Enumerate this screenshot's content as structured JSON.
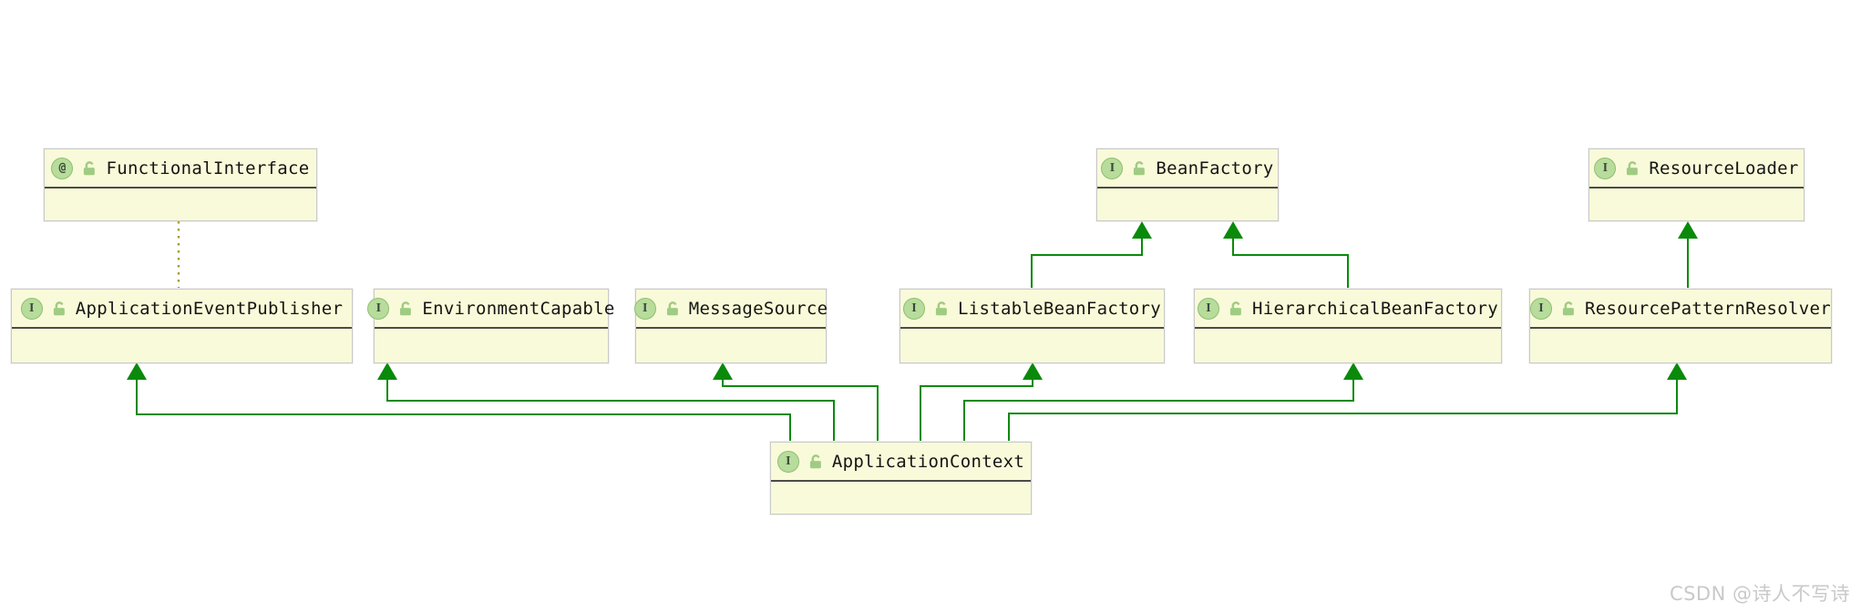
{
  "diagram": {
    "tool": "uml-class-diagram",
    "nodes": [
      {
        "id": "FunctionalInterface",
        "label": "FunctionalInterface",
        "kind": "annotation",
        "icon_glyph": "@",
        "visibility": "public-unlocked"
      },
      {
        "id": "BeanFactory",
        "label": "BeanFactory",
        "kind": "interface",
        "icon_glyph": "I",
        "visibility": "public-unlocked"
      },
      {
        "id": "ResourceLoader",
        "label": "ResourceLoader",
        "kind": "interface",
        "icon_glyph": "I",
        "visibility": "public-unlocked"
      },
      {
        "id": "ApplicationEventPublisher",
        "label": "ApplicationEventPublisher",
        "kind": "interface",
        "icon_glyph": "I",
        "visibility": "public-unlocked"
      },
      {
        "id": "EnvironmentCapable",
        "label": "EnvironmentCapable",
        "kind": "interface",
        "icon_glyph": "I",
        "visibility": "public-unlocked"
      },
      {
        "id": "MessageSource",
        "label": "MessageSource",
        "kind": "interface",
        "icon_glyph": "I",
        "visibility": "public-unlocked"
      },
      {
        "id": "ListableBeanFactory",
        "label": "ListableBeanFactory",
        "kind": "interface",
        "icon_glyph": "I",
        "visibility": "public-unlocked"
      },
      {
        "id": "HierarchicalBeanFactory",
        "label": "HierarchicalBeanFactory",
        "kind": "interface",
        "icon_glyph": "I",
        "visibility": "public-unlocked"
      },
      {
        "id": "ResourcePatternResolver",
        "label": "ResourcePatternResolver",
        "kind": "interface",
        "icon_glyph": "I",
        "visibility": "public-unlocked"
      },
      {
        "id": "ApplicationContext",
        "label": "ApplicationContext",
        "kind": "interface",
        "icon_glyph": "I",
        "visibility": "public-unlocked"
      }
    ],
    "edges": [
      {
        "from": "ListableBeanFactory",
        "to": "BeanFactory",
        "type": "extends",
        "style": "solid-green-triangle"
      },
      {
        "from": "HierarchicalBeanFactory",
        "to": "BeanFactory",
        "type": "extends",
        "style": "solid-green-triangle"
      },
      {
        "from": "ResourcePatternResolver",
        "to": "ResourceLoader",
        "type": "extends",
        "style": "solid-green-triangle"
      },
      {
        "from": "FunctionalInterface",
        "to": "ApplicationEventPublisher",
        "type": "annotation",
        "style": "dotted-olive"
      },
      {
        "from": "ApplicationContext",
        "to": "ApplicationEventPublisher",
        "type": "extends",
        "style": "solid-green-triangle"
      },
      {
        "from": "ApplicationContext",
        "to": "EnvironmentCapable",
        "type": "extends",
        "style": "solid-green-triangle"
      },
      {
        "from": "ApplicationContext",
        "to": "MessageSource",
        "type": "extends",
        "style": "solid-green-triangle"
      },
      {
        "from": "ApplicationContext",
        "to": "ListableBeanFactory",
        "type": "extends",
        "style": "solid-green-triangle"
      },
      {
        "from": "ApplicationContext",
        "to": "HierarchicalBeanFactory",
        "type": "extends",
        "style": "solid-green-triangle"
      },
      {
        "from": "ApplicationContext",
        "to": "ResourcePatternResolver",
        "type": "extends",
        "style": "solid-green-triangle"
      }
    ],
    "colors": {
      "node_fill": "#f9fad9",
      "node_border": "#c9c9c9",
      "header_divider": "#4b4b4b",
      "extends_edge": "#0a8a0a",
      "annotation_edge": "#ab9b2a",
      "icon_circle_fill": "#b7dc9b",
      "icon_circle_border": "#8fbf74",
      "lock_icon": "#9fcc82",
      "label_text": "#151515"
    }
  },
  "watermark": {
    "text": "CSDN @诗人不写诗"
  }
}
